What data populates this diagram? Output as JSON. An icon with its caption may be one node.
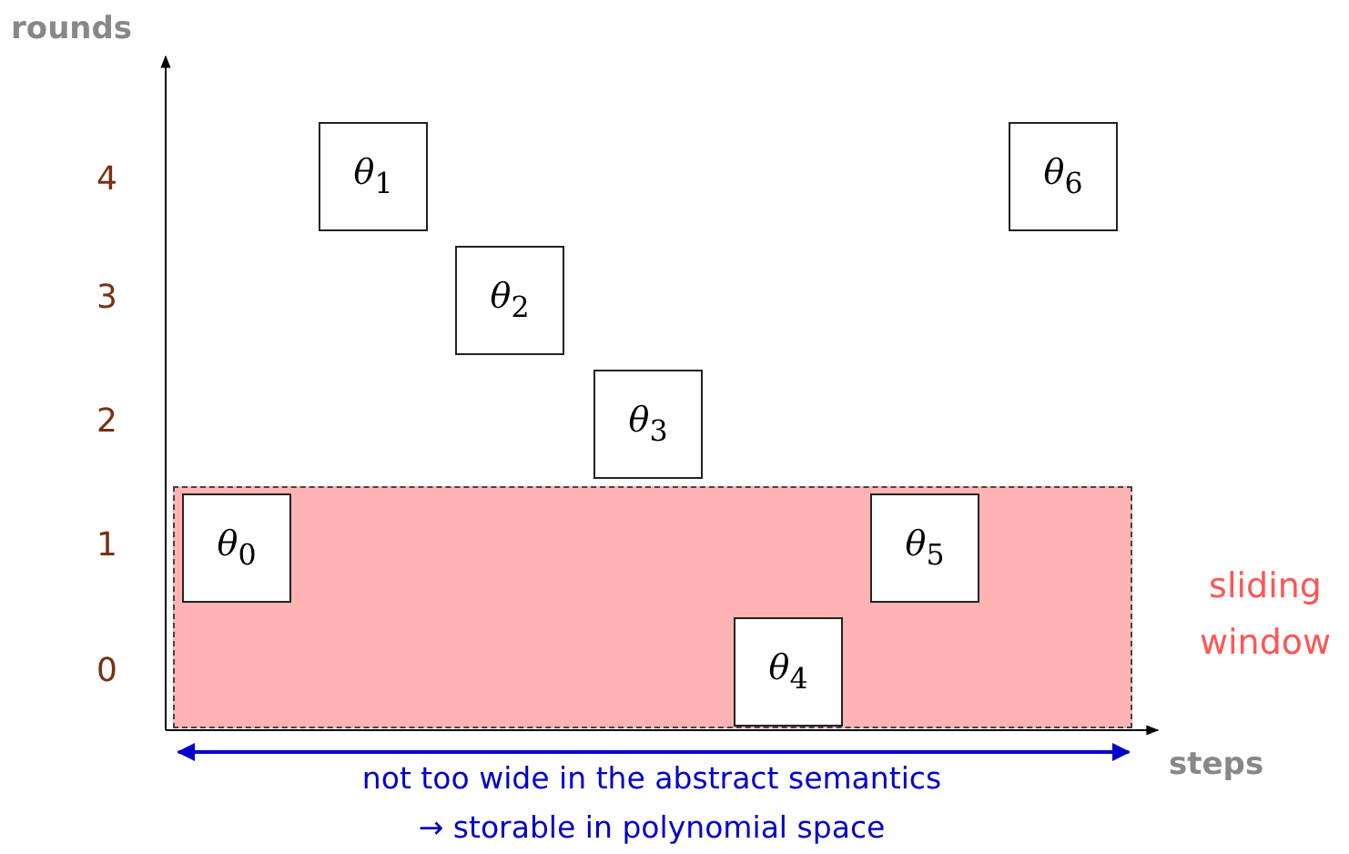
{
  "diagram": {
    "nodes": [
      {
        "text": [
          "*θ*$_{1}$"
        ]
      },
      {
        "text": [
          "*θ*$_{6}$"
        ]
      },
      {
        "text": [
          "*θ*$_{2}$"
        ]
      },
      {
        "text": [
          "*θ*$_{3}$"
        ]
      },
      {
        "text": [],
        "shape": "box",
        "beside": [
          "sliding window"
        ]
      },
      {
        "text": [
          "*θ*$_{0}$"
        ],
        "in": 4
      },
      {
        "text": [
          "*θ*$_{5}$"
        ],
        "in": 4
      },
      {
        "text": [
          "*θ*$_{4}$"
        ],
        "in": 4
      }
    ],
    "labels": [
      "rounds",
      "4",
      "3",
      "2",
      "1",
      "0",
      "steps",
      "not too wide in the abstract semantics",
      "→ storable in polynomial space"
    ]
  }
}
